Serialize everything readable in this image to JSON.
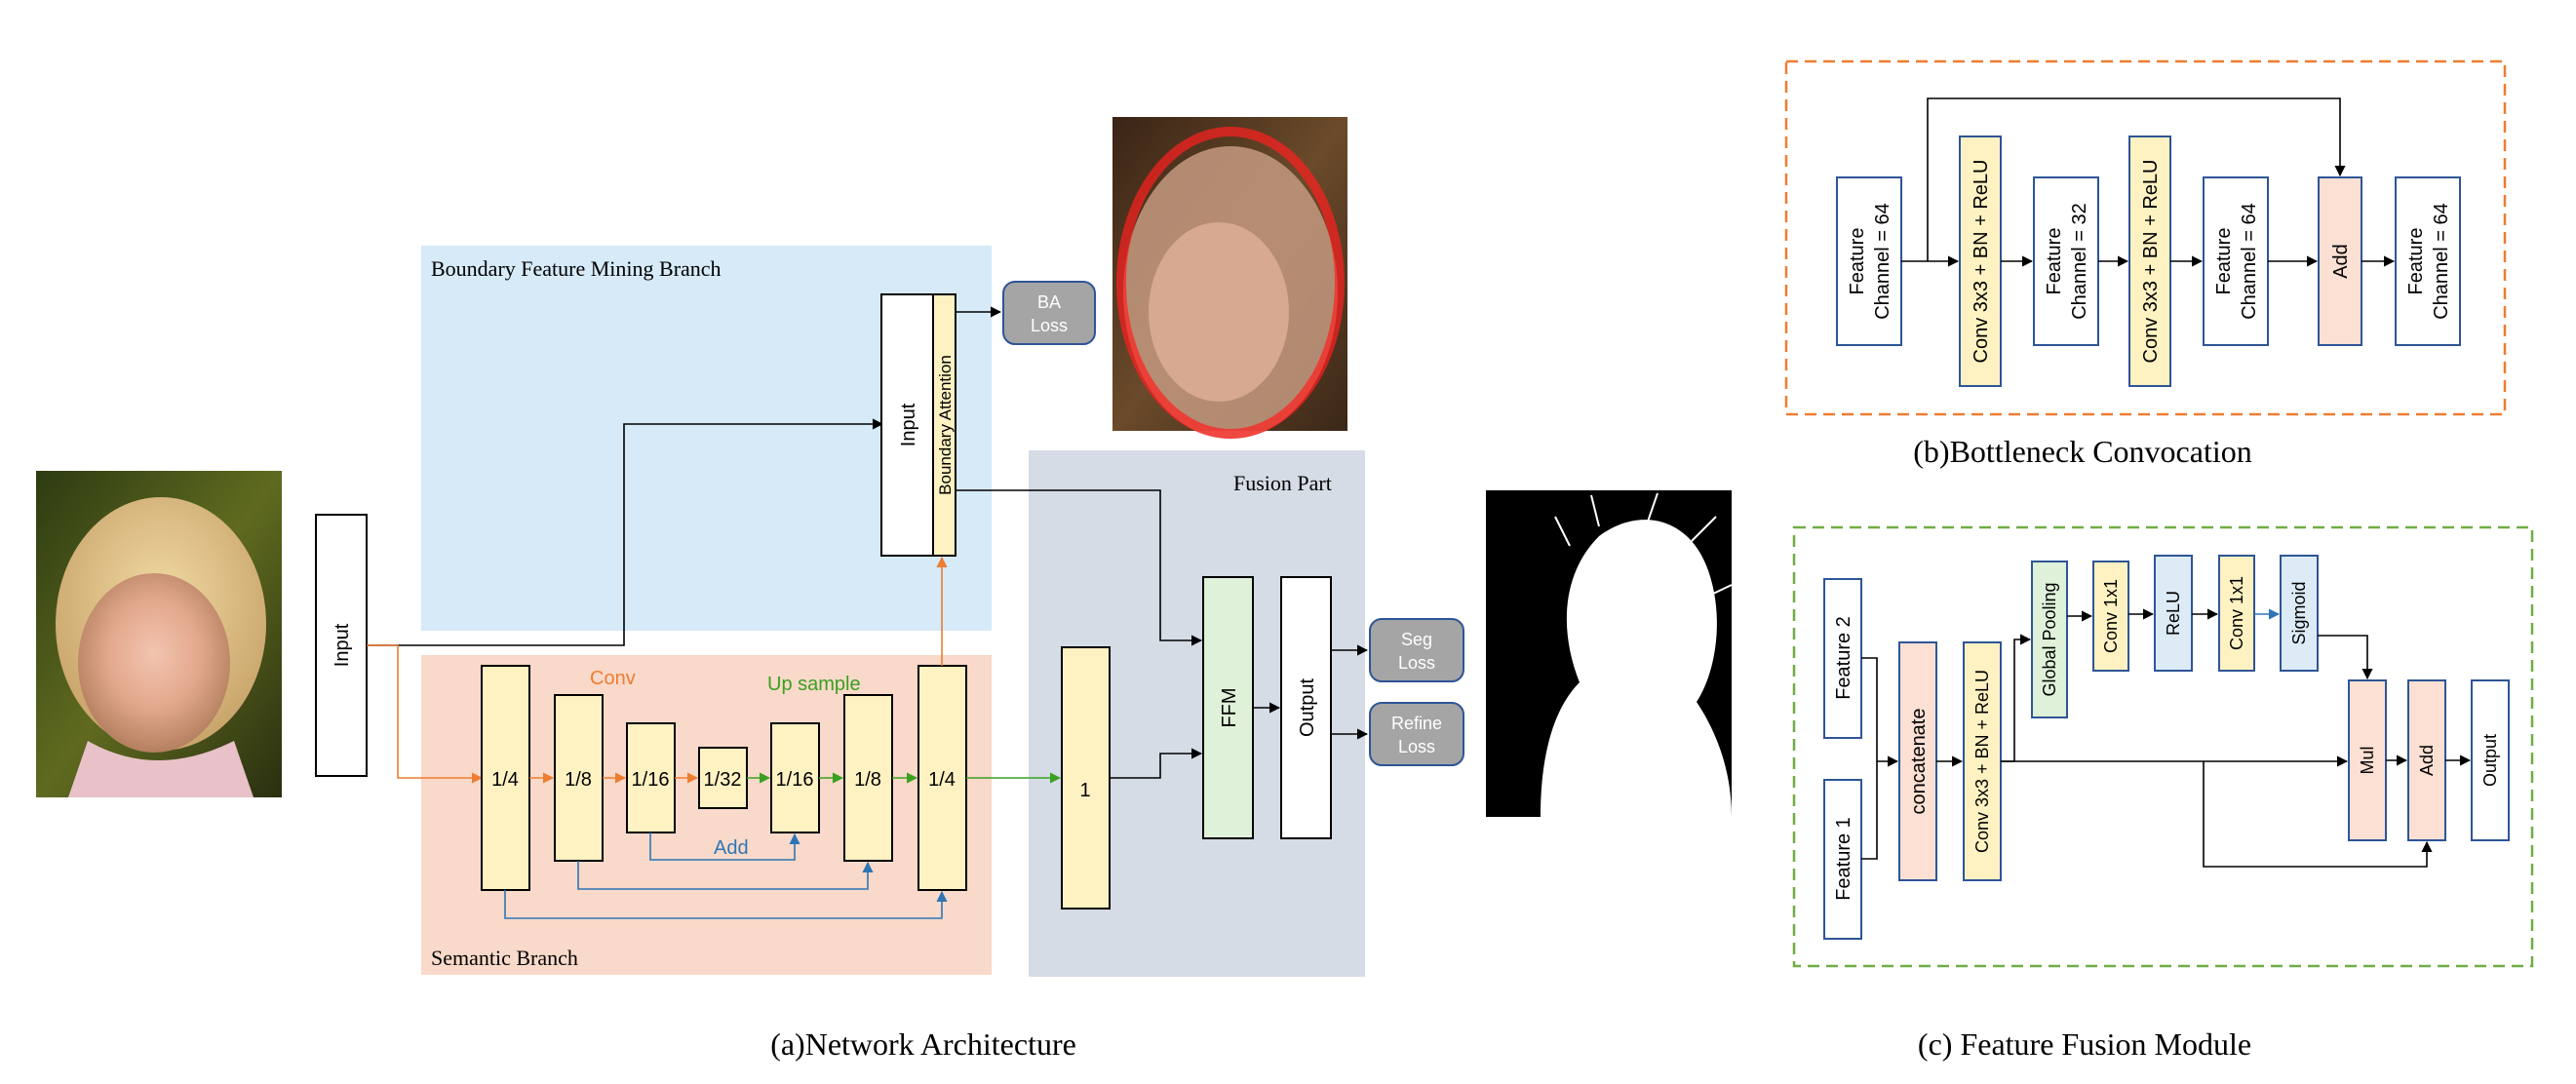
{
  "colors": {
    "boundary_bg": "#d6eaf8",
    "semantic_bg": "#f9d9c9",
    "fusion_bg": "#d6dce6",
    "box_yellow": "#fff2c2",
    "box_green": "#dff1d8",
    "box_pink": "#fbe0d3",
    "box_blue": "#ddebf6",
    "box_white": "#ffffff",
    "loss_gray": "#a5a5a5",
    "arrow_orange": "#ed7d31",
    "arrow_green": "#3aa020",
    "arrow_blue": "#2e75b6",
    "frame_orange": "#ed7d31",
    "frame_green": "#70ad47"
  },
  "network": {
    "caption": "(a)Network Architecture",
    "input_label": "Input",
    "boundary_title": "Boundary Feature Mining Branch",
    "boundary_input": "Input",
    "boundary_attention": "Boundary Attention",
    "ba_loss": [
      "BA",
      "Loss"
    ],
    "semantic_title": "Semantic Branch",
    "conv_label": "Conv",
    "upsample_label": "Up sample",
    "add_label": "Add",
    "stages": [
      "1/4",
      "1/8",
      "1/16",
      "1/32",
      "1/16",
      "1/8",
      "1/4"
    ],
    "fusion_title": "Fusion Part",
    "fusion_one": "1",
    "ffm": "FFM",
    "output": "Output",
    "seg_loss": [
      "Seg",
      "Loss"
    ],
    "refine_loss": [
      "Refine",
      "Loss"
    ],
    "image_icons": [
      "portrait-photo-icon",
      "boundary-attention-heatmap-icon",
      "alpha-matte-icon"
    ]
  },
  "bottleneck": {
    "caption": "(b)Bottleneck Convocation",
    "blocks": [
      [
        "Feature",
        "Channel = 64"
      ],
      [
        "Conv 3x3 + BN + ReLU"
      ],
      [
        "Feature",
        "Channel = 32"
      ],
      [
        "Conv 3x3 + BN + ReLU"
      ],
      [
        "Feature",
        "Channel = 64"
      ],
      [
        "Add"
      ],
      [
        "Feature",
        "Channel = 64"
      ]
    ]
  },
  "ffm_module": {
    "caption": "(c) Feature Fusion Module",
    "feature2": "Feature 2",
    "feature1": "Feature 1",
    "concatenate": "concatenate",
    "conv": "Conv 3x3 + BN + ReLU",
    "global_pooling": "Global Pooling",
    "conv1x1_a": "Conv 1x1",
    "relu": "ReLU",
    "conv1x1_b": "Conv 1x1",
    "sigmoid": "Sigmoid",
    "mul": "Mul",
    "add": "Add",
    "output": "Output"
  }
}
